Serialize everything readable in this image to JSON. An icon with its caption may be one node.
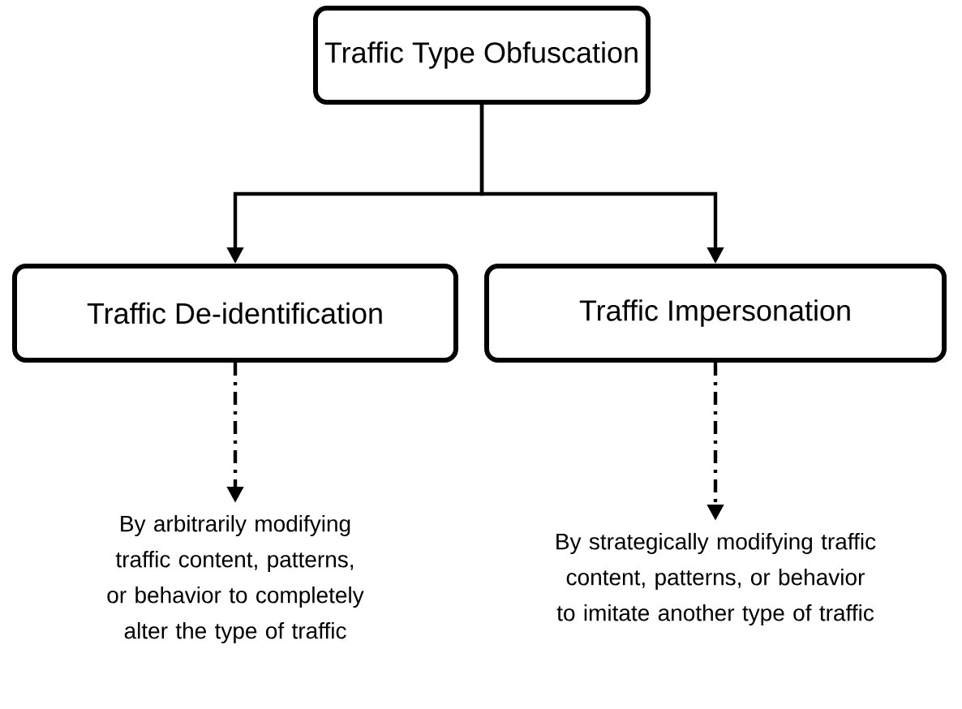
{
  "diagram": {
    "nodes": [
      {
        "text": [
          "Traffic Type Obfuscation"
        ]
      },
      {
        "text": [
          "Traffic De-identification"
        ]
      },
      {
        "text": [
          "Traffic Impersonation"
        ]
      },
      {
        "text": [
          "By arbitrarily modifying traffic content, patterns, or behavior to completely alter the type of traffic"
        ]
      },
      {
        "text": [
          "By strategically modifying traffic content, patterns, or behavior to imitate another type of traffic"
        ]
      }
    ],
    "edges": [
      {
        "from": 0,
        "to": 1,
        "arrow": "to"
      },
      {
        "from": 0,
        "to": 2,
        "arrow": "to"
      },
      {
        "from": 1,
        "to": 3,
        "arrow": "to",
        "style": "dashed"
      },
      {
        "from": 2,
        "to": 4,
        "arrow": "to",
        "style": "dashed"
      }
    ]
  }
}
